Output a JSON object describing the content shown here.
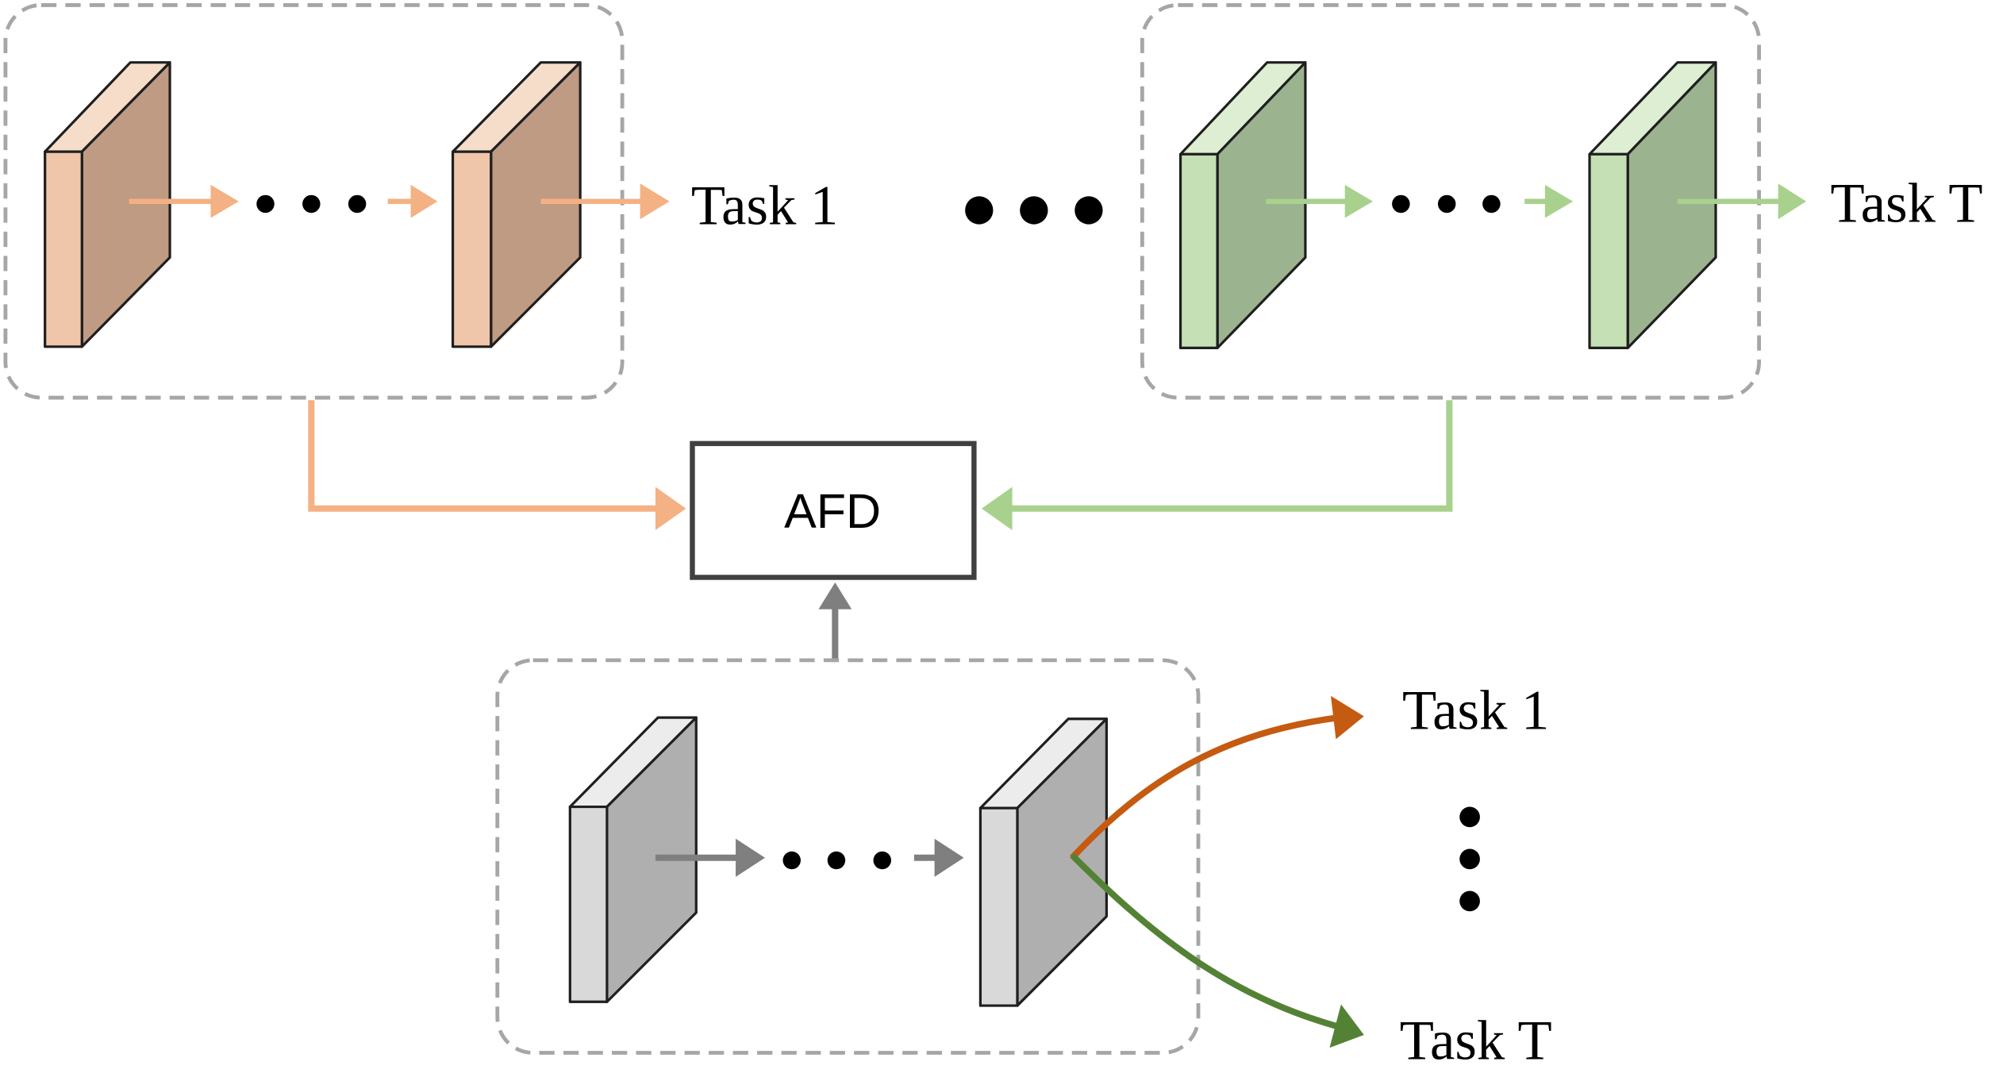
{
  "colors": {
    "orange_front": "#efc6a9",
    "orange_side": "#bf9b84",
    "orange_arrow": "#f4b183",
    "green_front": "#c5e0b4",
    "green_side": "#9cb38f",
    "green_arrow": "#a9d18e",
    "gray_front": "#d9d9d9",
    "gray_side": "#afafaf",
    "gray_arrow": "#7f7f7f",
    "dashed_border": "#a6a6a6",
    "afd_border": "#404040",
    "task1_curve": "#c55a11",
    "taskT_curve": "#548235"
  },
  "top_left_group": {
    "output_label": "Task 1"
  },
  "top_right_group": {
    "output_label": "Task T"
  },
  "afd_box": {
    "label": "AFD"
  },
  "bottom_outputs": {
    "task1_label": "Task 1",
    "taskT_label": "Task T"
  }
}
